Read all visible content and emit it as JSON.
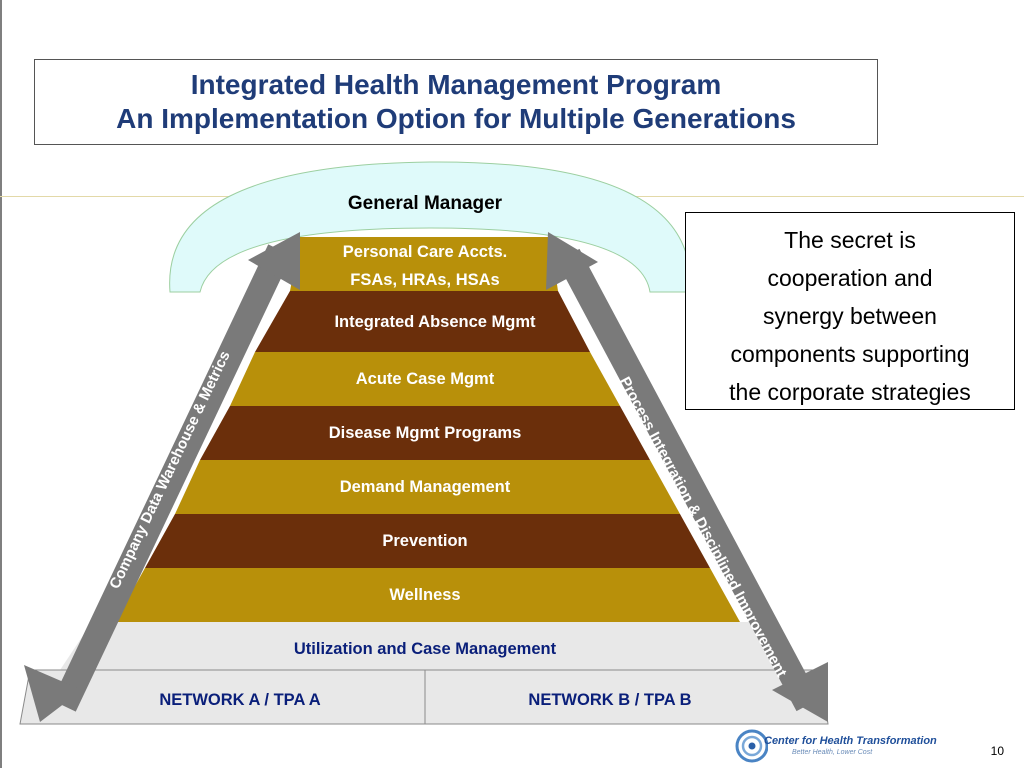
{
  "title": {
    "line1": "Integrated Health Management Program",
    "line2": "An Implementation Option for Multiple Generations"
  },
  "diagram": {
    "top_label": "General Manager",
    "top_tier": {
      "line1": "Personal Care Accts.",
      "line2": "FSAs, HRAs, HSAs"
    },
    "tiers": [
      "Integrated Absence Mgmt",
      "Acute Case Mgmt",
      "Disease Mgmt Programs",
      "Demand Management",
      "Prevention",
      "Wellness"
    ],
    "base_label": "Utilization and Case Management",
    "networks": [
      "NETWORK A / TPA A",
      "NETWORK B / TPA B"
    ],
    "left_arrow_label": "Company Data Warehouse & Metrics",
    "right_arrow_label": "Process Integration & Disciplined Improvement",
    "colors": {
      "gold": "#b8900a",
      "brown": "#6b2f0b",
      "arc_fill": "#dffafa",
      "arrow": "#7a7a7a",
      "base_fill": "#e8e8e8"
    }
  },
  "callout": {
    "lines": [
      "The secret is",
      "cooperation and",
      "synergy between",
      "components supporting",
      "the corporate strategies"
    ]
  },
  "footer": {
    "logo_name": "Center for Health Transformation",
    "logo_tagline": "Better Health, Lower Cost",
    "page_number": "10"
  }
}
